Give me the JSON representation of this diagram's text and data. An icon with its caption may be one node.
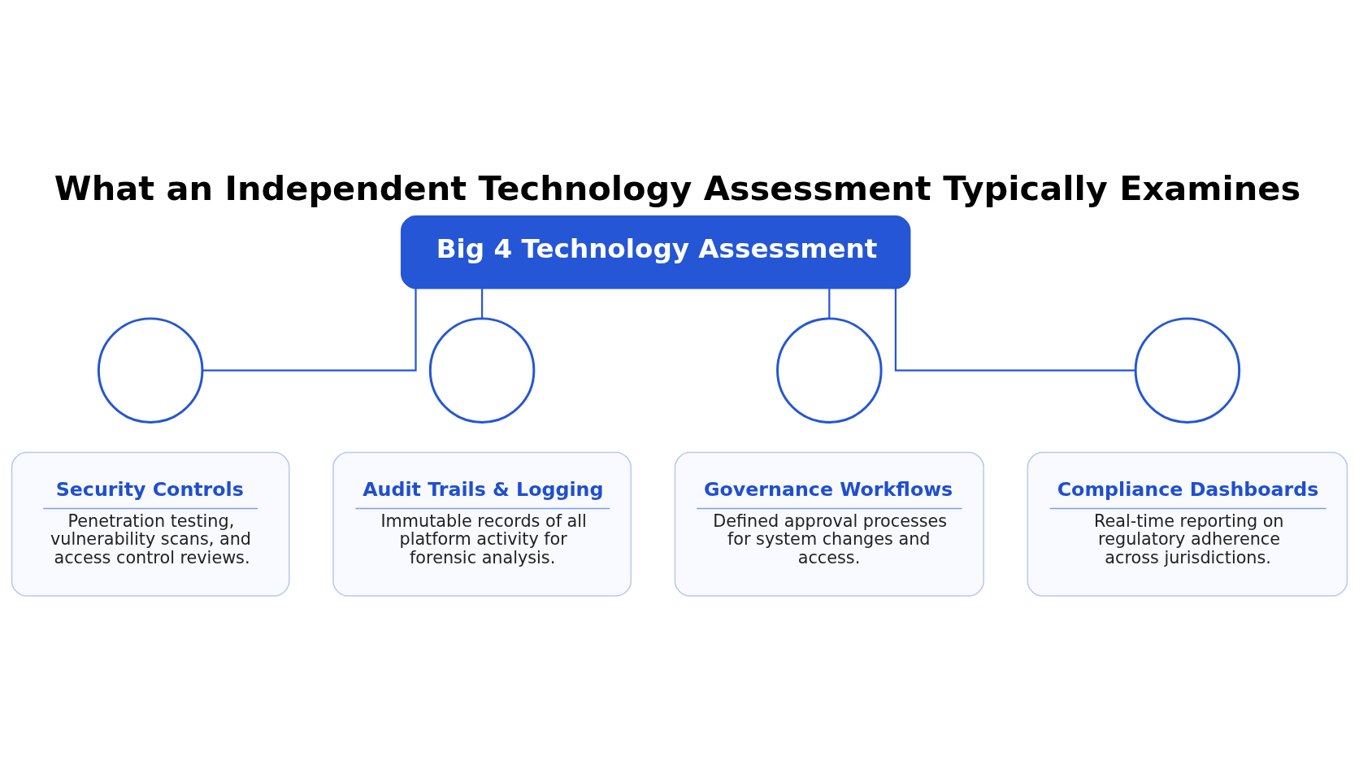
{
  "diagram": {
    "title": "What an Independent Technology Assessment Typically Examines",
    "nodes": [
      {
        "text": [
          "Big 4 Technology Assessment"
        ]
      },
      {
        "text": [],
        "shape": "circle"
      },
      {
        "text": [],
        "shape": "circle"
      },
      {
        "text": [],
        "shape": "circle"
      },
      {
        "text": [],
        "shape": "circle"
      },
      {
        "text": [
          "Security Controls",
          "Penetration testing, vulnerability scans, and access control reviews."
        ]
      },
      {
        "text": [
          "Audit Trails & Logging",
          "Immutable records of all platform activity for forensic analysis."
        ]
      },
      {
        "text": [
          "Governance Workflows",
          "Defined approval processes for system changes and access."
        ]
      },
      {
        "text": [
          "Compliance Dashboards",
          "Real-time reporting on regulatory adherence across jurisdictions."
        ]
      }
    ],
    "edges": [
      {
        "from": 0,
        "to": 1,
        "arrow": "none"
      },
      {
        "from": 0,
        "to": 2,
        "arrow": "none"
      },
      {
        "from": 0,
        "to": 3,
        "arrow": "none"
      },
      {
        "from": 0,
        "to": 4,
        "arrow": "none"
      }
    ]
  }
}
